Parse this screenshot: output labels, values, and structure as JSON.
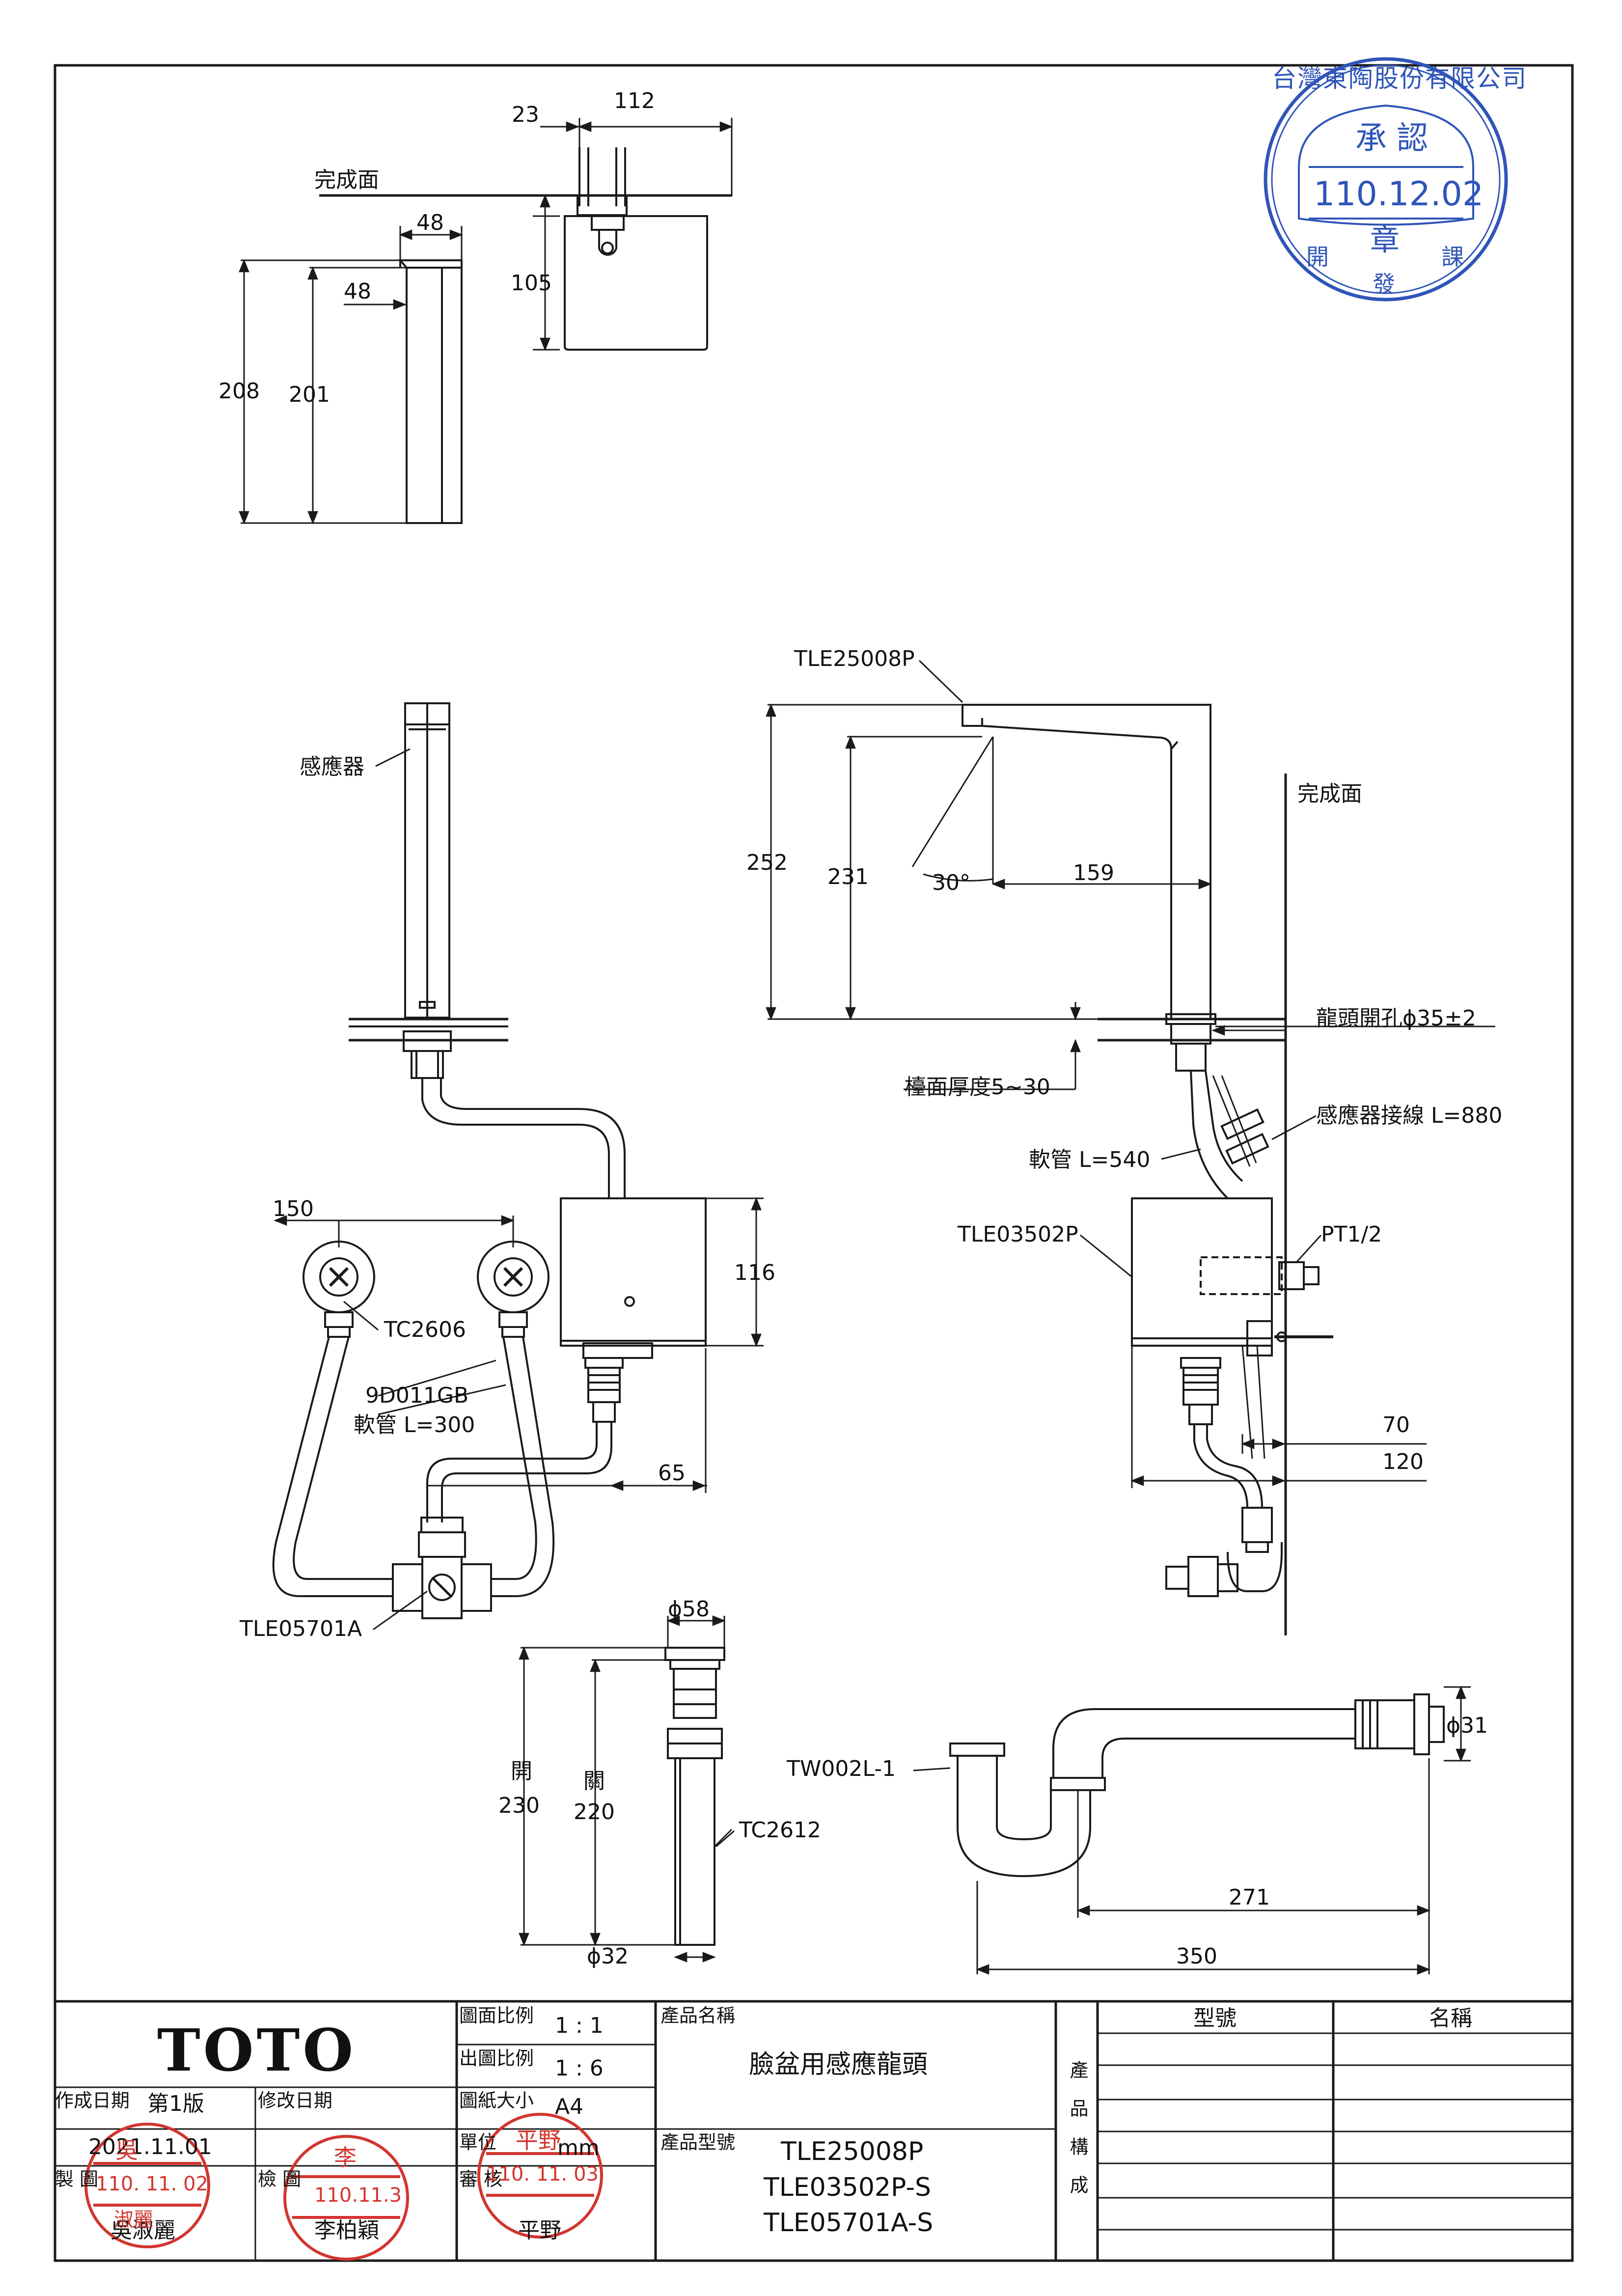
{
  "top_view": {
    "finish_surface": "完成面",
    "dim_23": "23",
    "dim_112": "112",
    "dim_48_top": "48",
    "dim_48_side": "48",
    "dim_105": "105",
    "dim_208": "208",
    "dim_201": "201"
  },
  "front_view": {
    "sensor": "感應器",
    "dim_150": "150",
    "dim_116": "116",
    "dim_65": "65",
    "tc2606": "TC2606",
    "hose_model": "9D011GB",
    "hose_length": "軟管 L=300",
    "valve": "TLE05701A"
  },
  "side_view": {
    "faucet_model": "TLE25008P",
    "finish_surface": "完成面",
    "dim_252": "252",
    "dim_231": "231",
    "angle": "30°",
    "dim_159": "159",
    "hole": "龍頭開孔ϕ35±2",
    "counter_thickness": "檯面厚度5~30",
    "sensor_cable": "感應器接線 L=880",
    "hose": "軟管 L=540",
    "control_box": "TLE03502P",
    "pt": "PT1/2",
    "dim_70": "70",
    "dim_120": "120"
  },
  "drain": {
    "dim_58": "ϕ58",
    "open_label": "開",
    "open_dim": "230",
    "close_label": "關",
    "close_dim": "220",
    "model": "TC2612",
    "dim_32": "ϕ32"
  },
  "trap": {
    "model": "TW002L-1",
    "dim_31": "ϕ31",
    "dim_271": "271",
    "dim_350": "350"
  },
  "title_block": {
    "logo": "TOTO",
    "scale_drawing_label": "圖面比例",
    "scale_drawing_value": "1 : 1",
    "scale_output_label": "出圖比例",
    "scale_output_value": "1 : 6",
    "paper_label": "圖紙大小",
    "paper_value": "A4",
    "unit_label": "單位",
    "unit_value": "mm",
    "product_name_label": "產品名稱",
    "product_name": "臉盆用感應龍頭",
    "product_model_label": "產品型號",
    "models": [
      "TLE25008P",
      "TLE03502P-S",
      "TLE05701A-S"
    ],
    "created_label": "作成日期",
    "edition": "第1版",
    "revised_label": "修改日期",
    "created_date": "2021.11.01",
    "drawn_label": "製 圖",
    "checked_label": "檢 圖",
    "approved_label": "審 核",
    "drawn_by": "吳淑麗",
    "checked_by": "李柏穎",
    "approved_by": "平野",
    "composition_label": "產品構成",
    "col_model": "型號",
    "col_name": "名稱"
  },
  "stamps": {
    "drawn_date": "110. 11. 02",
    "drawn_chars": "吳",
    "checked_date": "110.11.3",
    "checked_chars": "李",
    "approved_date": "110. 11. 03",
    "approved_chars": "平野",
    "drawn_surname": "淑麗"
  },
  "seal": {
    "company": "台灣東陶股份有限公司",
    "approval": "承認",
    "date": "110.12.02",
    "seal_char": "章",
    "dept_left": "開",
    "dept_bottom": "發",
    "dept_right": "課"
  },
  "colors": {
    "line": "#1a1a1a",
    "stamp_red": "#d2352e",
    "seal_blue": "#2f55b8"
  }
}
